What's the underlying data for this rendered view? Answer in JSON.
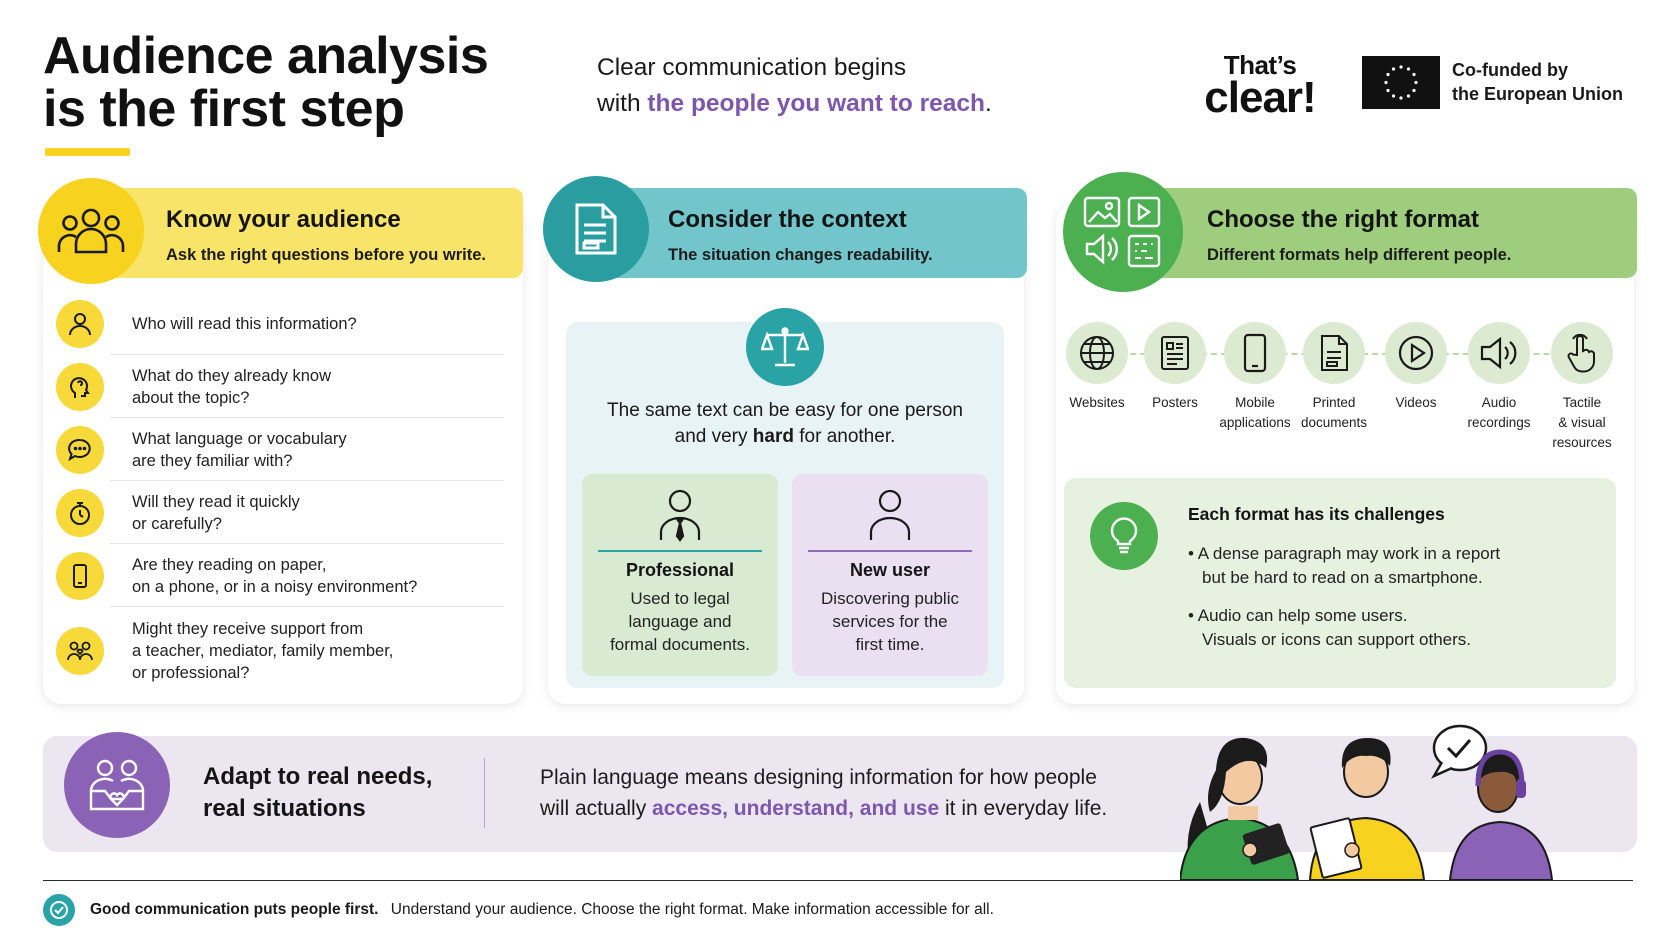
{
  "header": {
    "title_line1": "Audience analysis",
    "title_line2": "is the first step",
    "tagline_line1": "Clear communication begins",
    "tagline_prefix": "with",
    "tagline_highlight": "the people you want to reach",
    "tagline_suffix": ".",
    "logo_line1": "That’s",
    "logo_line2": "clear!",
    "eu_line1": "Co-funded by",
    "eu_line2": "the European Union"
  },
  "know": {
    "title": "Know your audience",
    "subtitle": "Ask the right questions before you write.",
    "questions": [
      {
        "icon": "person-icon",
        "text": "Who will read this information?"
      },
      {
        "icon": "head-thought-icon",
        "text": "What do they already know\nabout the topic?"
      },
      {
        "icon": "speech-bubble-icon",
        "text": "What language or vocabulary\nare they familiar with?"
      },
      {
        "icon": "stopwatch-icon",
        "text": "Will they read it quickly\nor carefully?"
      },
      {
        "icon": "phone-icon",
        "text": "Are they reading on paper,\non a phone, or in a noisy environment?"
      },
      {
        "icon": "group-support-icon",
        "text": "Might they receive support from\na teacher, mediator, family member,\nor professional?"
      }
    ]
  },
  "context": {
    "title": "Consider the context",
    "subtitle": "The situation changes readability.",
    "statement_pre": "The same text can be easy for one person",
    "statement_line2_pre": "and very ",
    "statement_bold": "hard",
    "statement_line2_post": " for another.",
    "professional": {
      "title": "Professional",
      "desc": "Used to legal\nlanguage and\nformal documents."
    },
    "new_user": {
      "title": "New user",
      "desc": "Discovering public\nservices for the\nfirst time."
    }
  },
  "format": {
    "title": "Choose the right format",
    "subtitle": "Different formats help different people.",
    "formats": [
      {
        "icon": "globe-icon",
        "label": "Websites"
      },
      {
        "icon": "poster-icon",
        "label": "Posters"
      },
      {
        "icon": "mobile-icon",
        "label": "Mobile\napplications"
      },
      {
        "icon": "document-icon",
        "label": "Printed\ndocuments"
      },
      {
        "icon": "play-icon",
        "label": "Videos"
      },
      {
        "icon": "speaker-icon",
        "label": "Audio\nrecordings"
      },
      {
        "icon": "touch-icon",
        "label": "Tactile\n& visual\nresources"
      }
    ],
    "challenges_title": "Each format has its challenges",
    "challenge1_l1": "• A dense paragraph may work in a report",
    "challenge1_l2": "but be hard to read on a smartphone.",
    "challenge2_l1": "• Audio can help some users.",
    "challenge2_l2": "Visuals or icons can support others."
  },
  "adapt": {
    "title_line1": "Adapt to real needs,",
    "title_line2": "real situations",
    "text_line1": "Plain language means designing information for how people",
    "text_pre": "will actually ",
    "text_highlight": "access, understand, and use",
    "text_post": " it in everyday life."
  },
  "footer": {
    "bold": "Good communication puts people first.",
    "text": "Understand your audience. Choose the right format. Make information accessible for all."
  },
  "colors": {
    "yellow": "#f7d93a",
    "teal": "#2aa3a6",
    "teal_banner": "#72c6cb",
    "green": "#4caf50",
    "green_banner": "#9dcd7d",
    "purple": "#7e57ac",
    "purple_banner": "#ece6f1"
  }
}
